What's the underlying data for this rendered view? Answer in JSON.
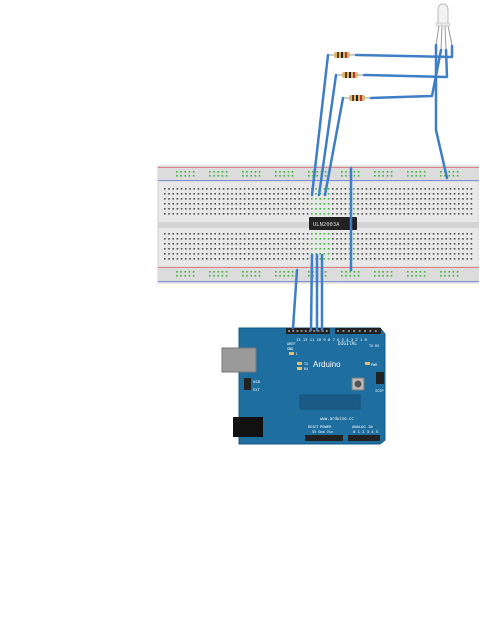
{
  "chip": {
    "label": "ULN2003A"
  },
  "arduino": {
    "brand": "Arduino",
    "url": "www.arduino.cc",
    "digital_label": "DIGITAL",
    "aref_label": "AREF",
    "gnd_label": "GND",
    "pin_numbers": "13 12 11 10 9 8  7 6 5 4 3 2 1 0",
    "tx_label": "TX",
    "rx_label": "RX",
    "tx_pin": "TX",
    "rx_pin": "RX",
    "l_label": "L",
    "on_label": "ON",
    "icsp_label": "ICSP",
    "pwr_label": "PWR",
    "usb_label": "USB",
    "ext_label": "EXT",
    "reset_label": "RESET",
    "power_label": "POWER",
    "power_pins": "5V Gnd Vin",
    "analog_label": "ANALOG IN",
    "analog_pins": "0 1 2 3 4 5"
  },
  "colors": {
    "wire": "#3d7ec6",
    "board": "#1e6fa0",
    "breadboard": "#e6e6e6",
    "rail_red": "#e08080",
    "rail_blue": "#8090d0",
    "hole_green": "#3cb43c",
    "hole_dark": "#505050",
    "chip": "#222222"
  },
  "icons": [
    "resistor-icon",
    "rgb-led-icon",
    "usb-port-icon",
    "power-jack-icon",
    "reset-button-icon"
  ]
}
